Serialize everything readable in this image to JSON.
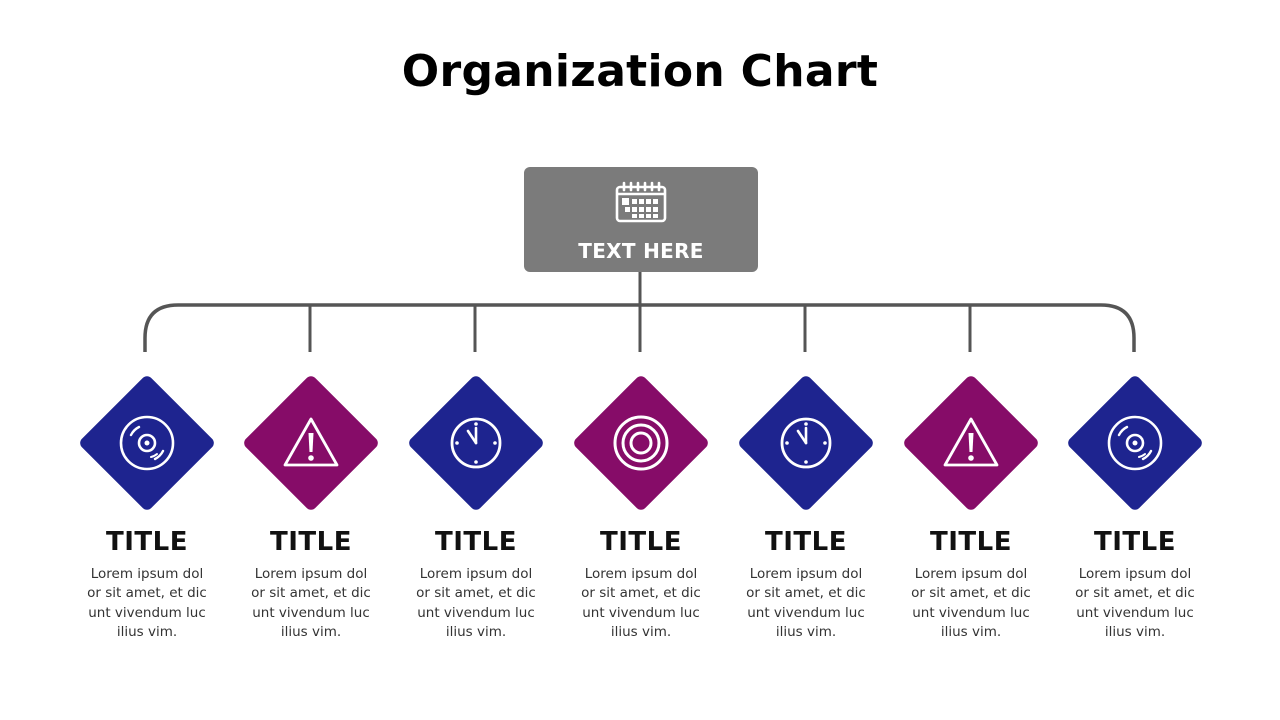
{
  "title": "Organization Chart",
  "root": {
    "label": "TEXT HERE",
    "icon": "calendar-icon",
    "color": "#7b7b7b"
  },
  "colors": {
    "blue": "#1e248f",
    "purple": "#860c68",
    "connector": "#555555"
  },
  "items": [
    {
      "title": "TITLE",
      "desc": "Lorem ipsum dol or sit amet, et dic unt vivendum luc ilius vim.",
      "icon": "vinyl-record-icon",
      "color": "#1e248f"
    },
    {
      "title": "TITLE",
      "desc": "Lorem ipsum dol or sit amet, et dic unt vivendum luc ilius vim.",
      "icon": "warning-icon",
      "color": "#860c68"
    },
    {
      "title": "TITLE",
      "desc": "Lorem ipsum dol or sit amet, et dic unt vivendum luc ilius vim.",
      "icon": "clock-icon",
      "color": "#1e248f"
    },
    {
      "title": "TITLE",
      "desc": "Lorem ipsum dol or sit amet, et dic unt vivendum luc ilius vim.",
      "icon": "target-icon",
      "color": "#860c68"
    },
    {
      "title": "TITLE",
      "desc": "Lorem ipsum dol or sit amet, et dic unt vivendum luc ilius vim.",
      "icon": "clock-icon",
      "color": "#1e248f"
    },
    {
      "title": "TITLE",
      "desc": "Lorem ipsum dol or sit amet, et dic unt vivendum luc ilius vim.",
      "icon": "warning-icon",
      "color": "#860c68"
    },
    {
      "title": "TITLE",
      "desc": "Lorem ipsum dol or sit amet, et dic unt vivendum luc ilius vim.",
      "icon": "vinyl-record-icon",
      "color": "#1e248f"
    }
  ]
}
